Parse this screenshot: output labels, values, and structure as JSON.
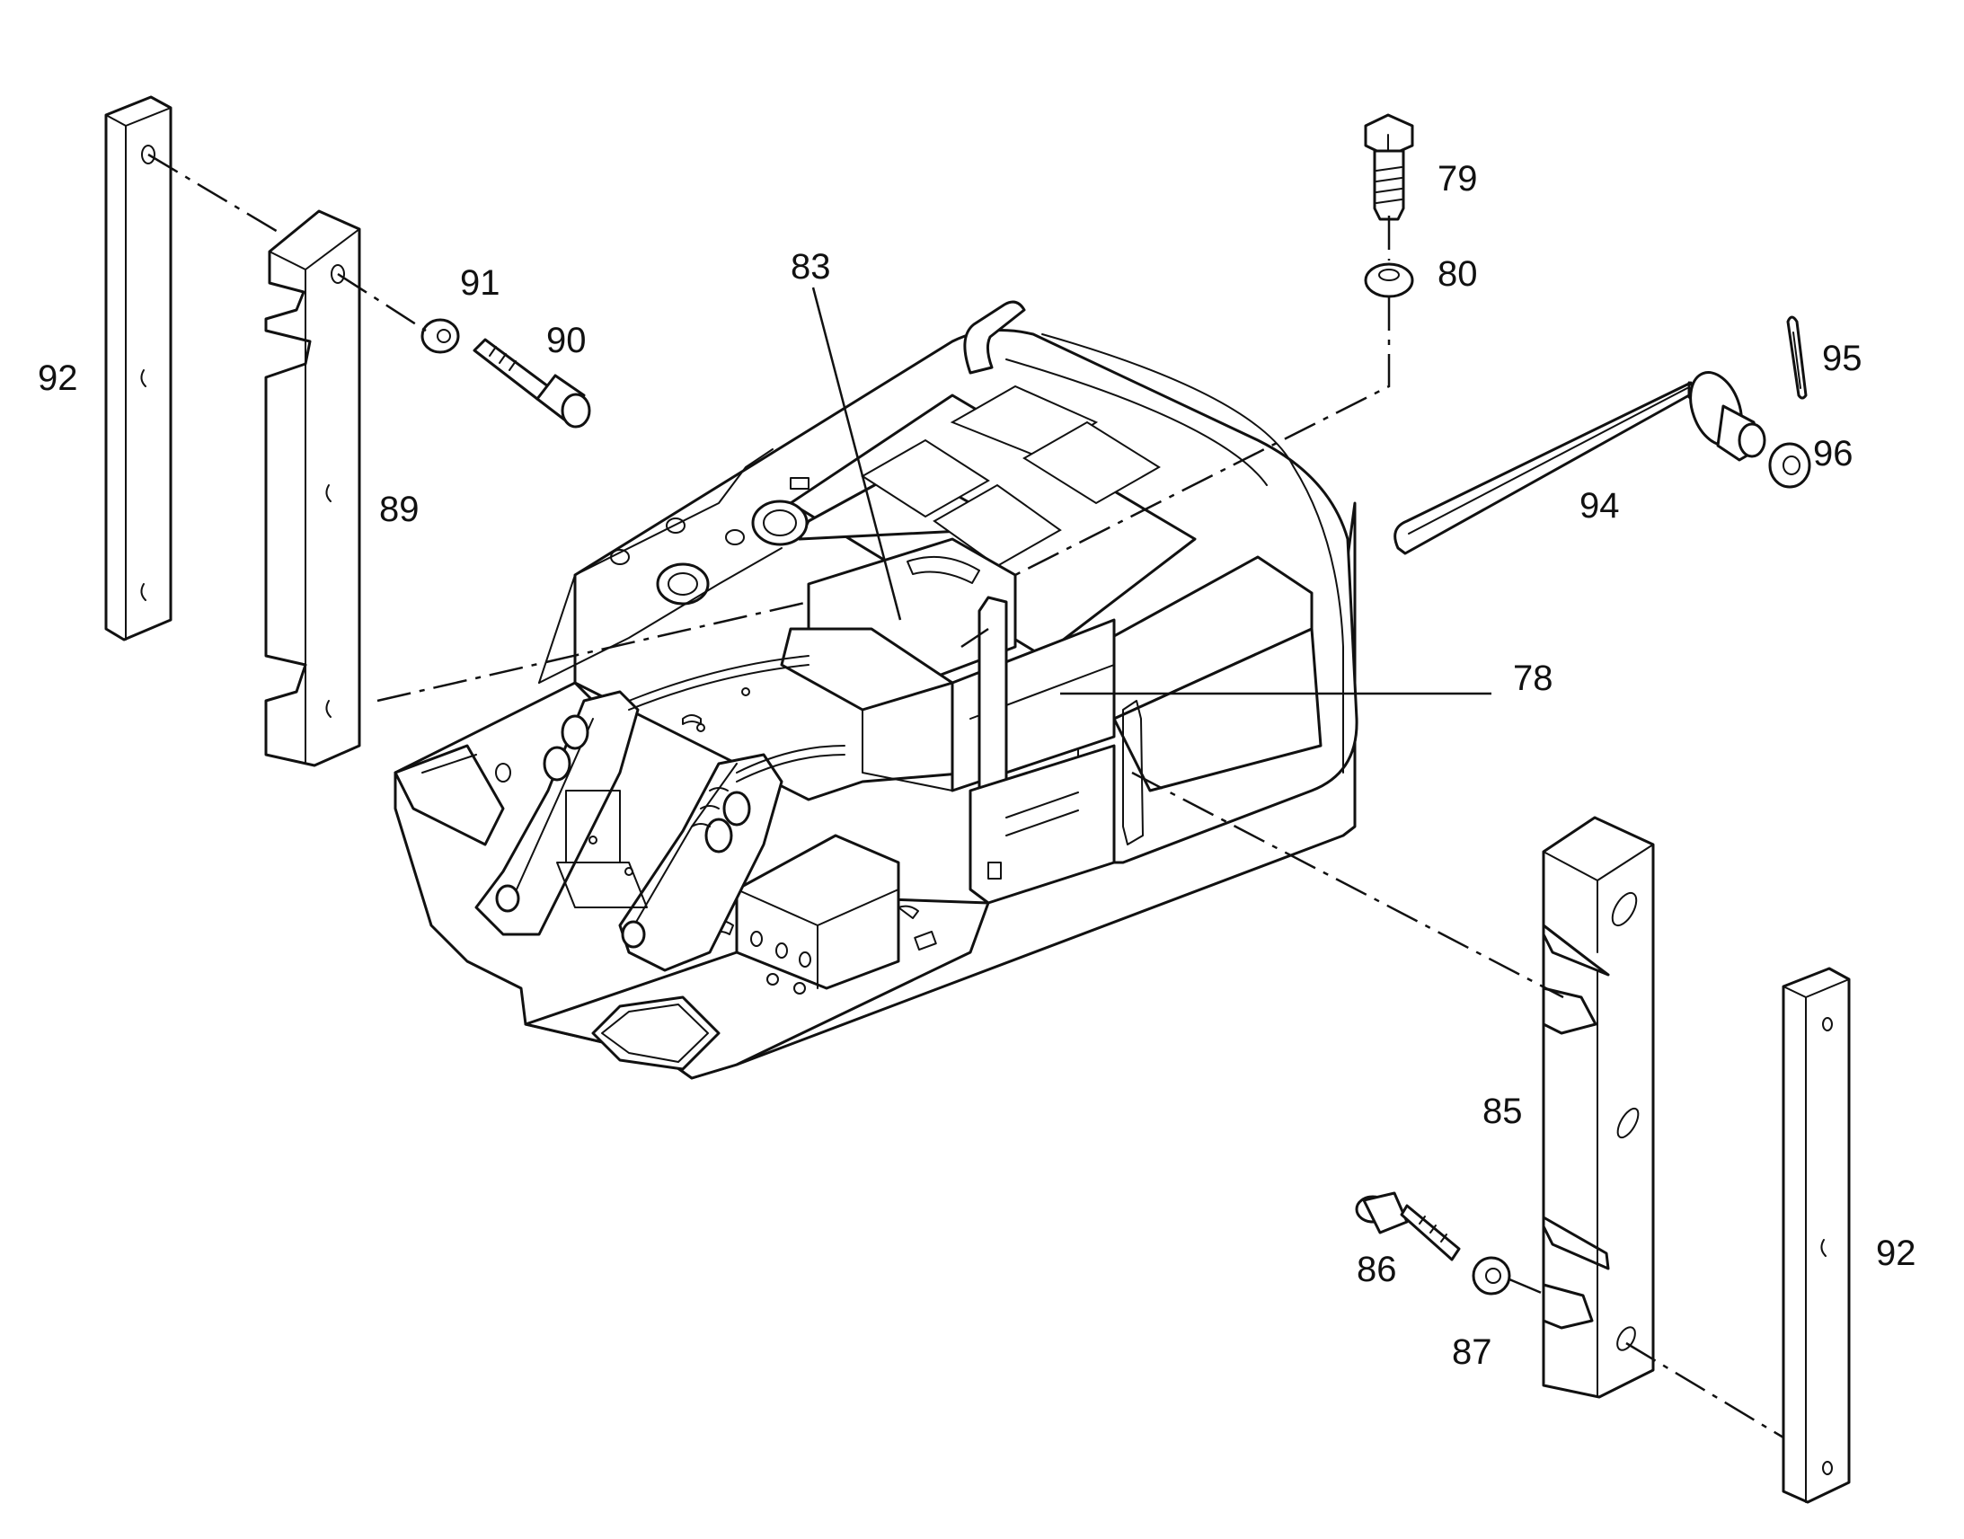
{
  "callouts": {
    "p78": "78",
    "p79": "79",
    "p80": "80",
    "p83": "83",
    "p85": "85",
    "p86": "86",
    "p87": "87",
    "p89": "89",
    "p90": "90",
    "p91": "91",
    "p92_left": "92",
    "p92_right": "92",
    "p94": "94",
    "p95": "95",
    "p96": "96"
  },
  "colors": {
    "line": "#111111",
    "background": "#ffffff"
  }
}
